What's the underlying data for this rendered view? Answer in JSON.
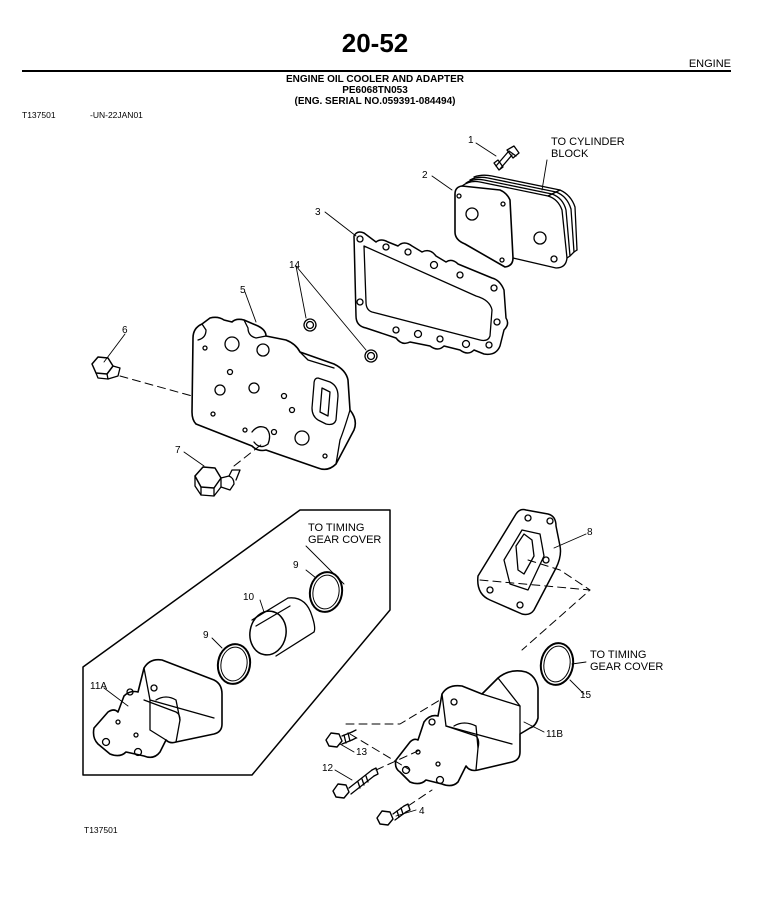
{
  "header": {
    "page_number": "20-52",
    "section": "ENGINE",
    "title_lines": [
      "ENGINE OIL COOLER AND ADAPTER",
      "PE6068TN053",
      "(ENG. SERIAL NO.059391-084494)"
    ],
    "ref_left": "T137501",
    "ref_date": "-UN-22JAN01"
  },
  "footer": {
    "figure_id": "T137501"
  },
  "callouts": {
    "c1": "1",
    "c2": "2",
    "c3": "3",
    "c4": "4",
    "c5": "5",
    "c6": "6",
    "c7": "7",
    "c8": "8",
    "c9a": "9",
    "c9b": "9",
    "c10": "10",
    "c11a": "11A",
    "c11b": "11B",
    "c12": "12",
    "c13": "13",
    "c14": "14",
    "c15": "15"
  },
  "notes": {
    "cylinder_block": [
      "TO CYLINDER",
      "BLOCK"
    ],
    "timing_cover_1": [
      "TO TIMING",
      "GEAR COVER"
    ],
    "timing_cover_2": [
      "TO TIMING",
      "GEAR COVER"
    ]
  }
}
